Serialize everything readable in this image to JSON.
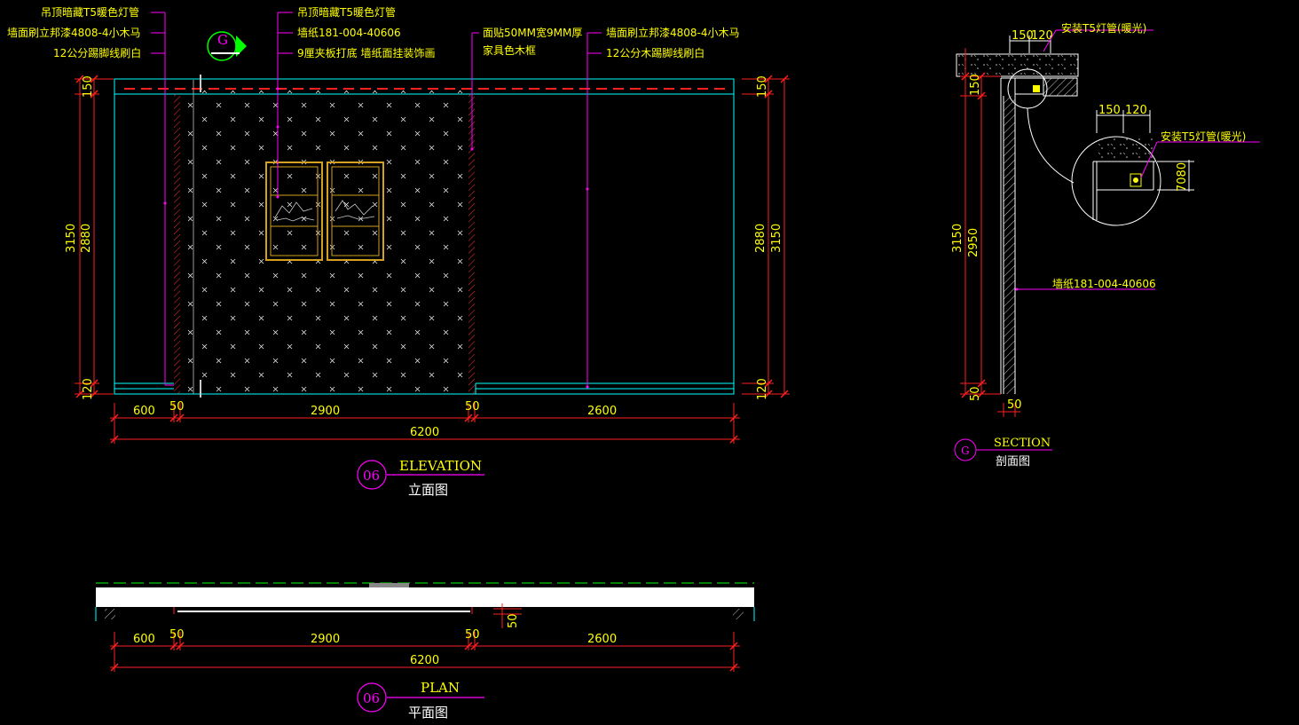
{
  "elevation": {
    "notes_left": [
      "吊顶暗藏T5暖色灯管",
      "墙面刷立邦漆4808-4小木马",
      "12公分踢脚线刷白"
    ],
    "notes_mid": [
      "吊顶暗藏T5暖色灯管",
      "墙纸181-004-40606",
      "9厘夹板打底 墙纸面挂装饰画"
    ],
    "note_frame": [
      "面贴50MM宽9MM厚",
      "家具色木框"
    ],
    "notes_right": [
      "墙面刷立邦漆4808-4小木马",
      "12公分木踢脚线刷白"
    ],
    "dims_left": {
      "top": "150",
      "overall": "3150",
      "mid": "2880",
      "bottom": "120"
    },
    "dims_right": {
      "top": "150",
      "overall": "3150",
      "mid": "2880",
      "bottom": "120"
    },
    "dims_bottom": [
      "600",
      "50",
      "2900",
      "50",
      "2600"
    ],
    "total": "6200",
    "title_no": "06",
    "title_en": "ELEVATION",
    "title_cn": "立面图",
    "section_marker": "G"
  },
  "section": {
    "top_dims": [
      "150",
      "120"
    ],
    "lamp_note": "安装T5灯管(暖光)",
    "detail_dims": [
      "150",
      "120"
    ],
    "detail_lamp_note": "安装T5灯管(暖光)",
    "detail_height": "7080",
    "dims": {
      "top": "150",
      "overall": "3150",
      "mid": "2950",
      "bottom": "50"
    },
    "wallpaper_note": "墙纸181-004-40606",
    "bottom_dim": "50",
    "title_letter": "G",
    "title_en": "SECTION",
    "title_cn": "剖面图"
  },
  "plan": {
    "dims_bottom": [
      "600",
      "50",
      "2900",
      "50",
      "2600"
    ],
    "side_dim": "50",
    "total": "6200",
    "title_no": "06",
    "title_en": "PLAN",
    "title_cn": "平面图"
  }
}
